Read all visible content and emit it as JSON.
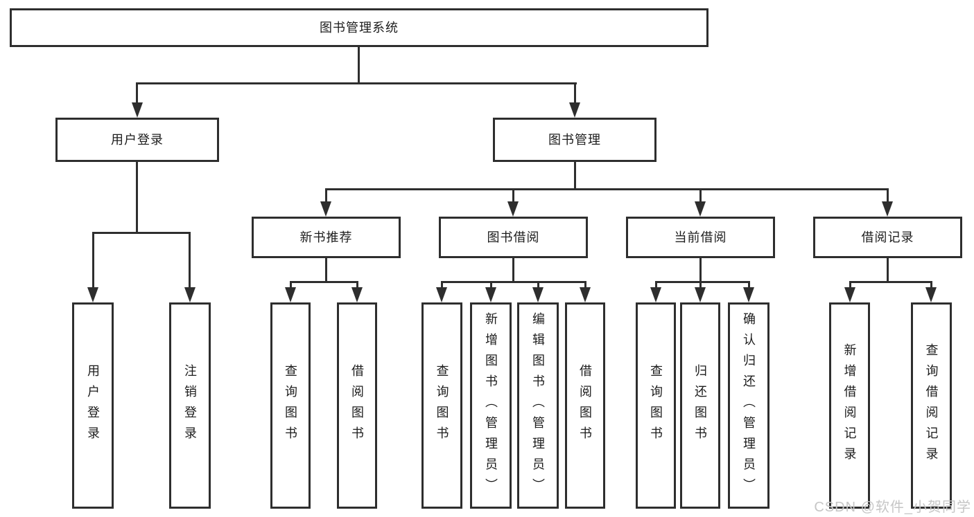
{
  "diagram": {
    "title_node": {
      "label": "图书管理系统"
    },
    "level2": {
      "user_login": {
        "label": "用户登录"
      },
      "book_management": {
        "label": "图书管理"
      }
    },
    "level3": {
      "new_book_recommend": {
        "label": "新书推荐"
      },
      "book_borrowing": {
        "label": "图书借阅"
      },
      "current_borrowing": {
        "label": "当前借阅"
      },
      "borrowing_records": {
        "label": "借阅记录"
      }
    },
    "leaves": {
      "user_login": [
        {
          "label": "用户登录"
        },
        {
          "label": "注销登录"
        }
      ],
      "new_book_recommend": [
        {
          "label": "查询图书"
        },
        {
          "label": "借阅图书"
        }
      ],
      "book_borrowing": [
        {
          "label": "查询图书"
        },
        {
          "label": "新增图书（管理员）"
        },
        {
          "label": "编辑图书（管理员）"
        },
        {
          "label": "借阅图书"
        }
      ],
      "current_borrowing": [
        {
          "label": "查询图书"
        },
        {
          "label": "归还图书"
        },
        {
          "label": "确认归还（管理员）"
        }
      ],
      "borrowing_records": [
        {
          "label": "新增借阅记录"
        },
        {
          "label": "查询借阅记录"
        }
      ]
    }
  },
  "watermark": {
    "text": "CSDN @软件_小贺同学"
  },
  "colors": {
    "line": "#2e2e2e",
    "text": "#1c1c1c",
    "watermark": "#c6c6c6",
    "background": "#ffffff"
  }
}
